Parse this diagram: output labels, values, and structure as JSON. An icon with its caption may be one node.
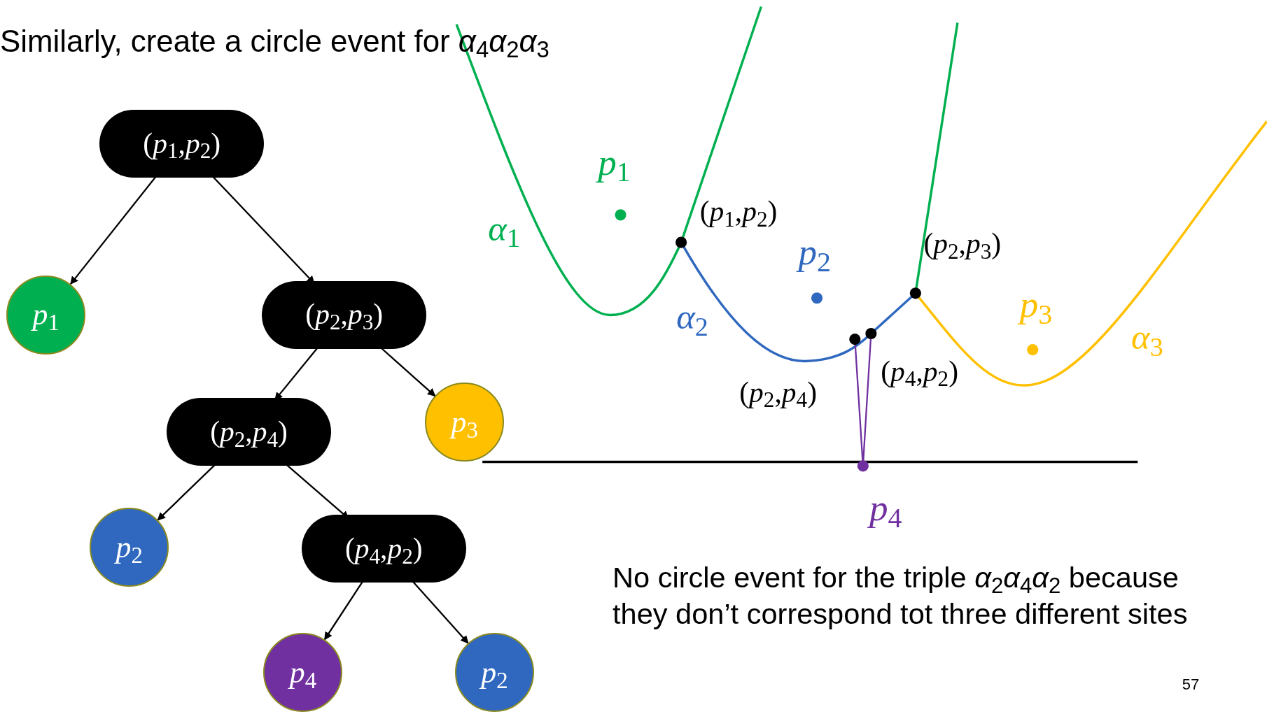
{
  "diagram": {
    "title": "Similarly, create a circle event for *α*$_{4}$*α*$_{2}$*α*$_{3}$",
    "nodes": [
      {
        "text": [
          "(*p*$_{1}$,*p*$_{2}$)"
        ]
      },
      {
        "text": [
          "*p*$_{1}$"
        ]
      },
      {
        "text": [
          "(*p*$_{2}$,*p*$_{3}$)"
        ]
      },
      {
        "text": [
          "(*p*$_{2}$,*p*$_{4}$)"
        ]
      },
      {
        "text": [
          "*p*$_{3}$"
        ]
      },
      {
        "text": [
          "*p*$_{2}$"
        ]
      },
      {
        "text": [
          "(*p*$_{4}$,*p*$_{2}$)"
        ]
      },
      {
        "text": [
          "*p*$_{4}$"
        ]
      },
      {
        "text": [
          "*p*$_{2}$"
        ]
      }
    ],
    "edges": [
      {
        "from": 0,
        "to": 1,
        "arrow": "to"
      },
      {
        "from": 0,
        "to": 2,
        "arrow": "to"
      },
      {
        "from": 2,
        "to": 3,
        "arrow": "to"
      },
      {
        "from": 2,
        "to": 4,
        "arrow": "to"
      },
      {
        "from": 3,
        "to": 5,
        "arrow": "to"
      },
      {
        "from": 3,
        "to": 6,
        "arrow": "to"
      },
      {
        "from": 6,
        "to": 7,
        "arrow": "to"
      },
      {
        "from": 6,
        "to": 8,
        "arrow": "to"
      }
    ],
    "labels": [
      "*p*$_{1}$",
      "*α*$_{1}$",
      "(*p*$_{1}$,*p*$_{2}$)",
      "*p*$_{2}$",
      "(*p*$_{2}$,*p*$_{3}$)",
      "*α*$_{2}$",
      "*p*$_{3}$",
      "*α*$_{3}$",
      "(*p*$_{4}$,*p*$_{2}$)",
      "(*p*$_{2}$,*p*$_{4}$)",
      "*p*$_{4}$",
      "No circle event for the triple *α*$_{2}$*α*$_{4}$*α*$_{2}$ because they don’t correspond tot three different sites",
      "57"
    ]
  }
}
